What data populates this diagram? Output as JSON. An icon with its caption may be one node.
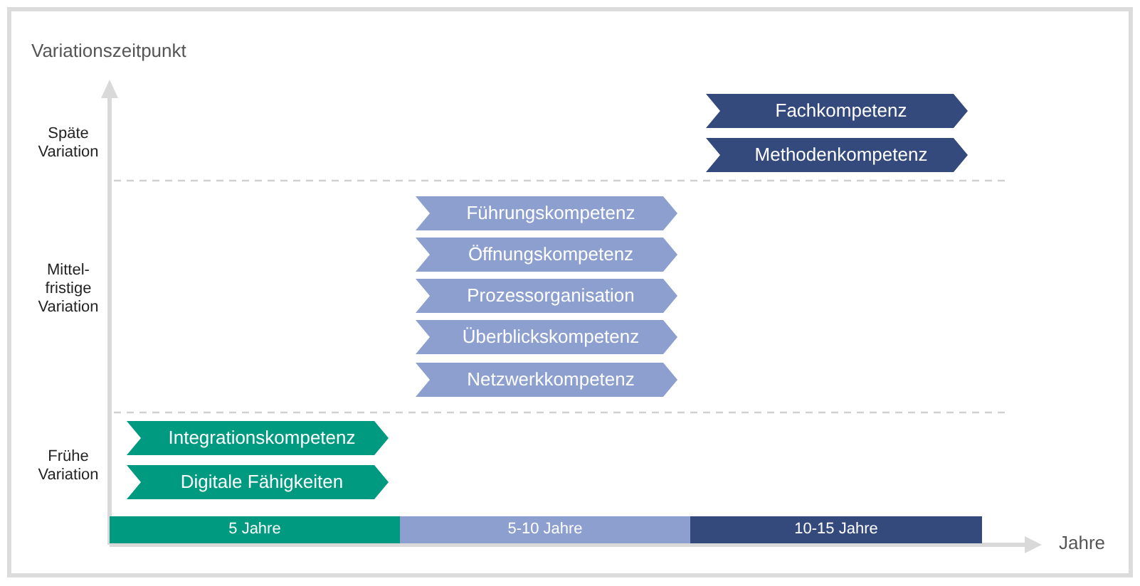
{
  "diagram": {
    "nodes": [
      {
        "text": [
          "Fachkompetenz"
        ]
      },
      {
        "text": [
          "Methodenkompetenz"
        ]
      },
      {
        "text": [
          "Führungskompetenz"
        ]
      },
      {
        "text": [
          "Öffnungskompetenz"
        ]
      },
      {
        "text": [
          "Prozessorganisation"
        ]
      },
      {
        "text": [
          "Überblickskompetenz"
        ]
      },
      {
        "text": [
          "Netzwerkkompetenz"
        ]
      },
      {
        "text": [
          "Integrationskompetenz"
        ]
      },
      {
        "text": [
          "Digitale Fähigkeiten"
        ]
      },
      {
        "text": [
          "5 Jahre"
        ]
      },
      {
        "text": [
          "5-10 Jahre"
        ]
      },
      {
        "text": [
          "10-15 Jahre"
        ]
      }
    ],
    "edges": [],
    "labels": [
      "Variationszeitpunkt",
      "Späte Variation",
      "Mittel-fristige Variation",
      "Frühe Variation",
      "Jahre"
    ]
  }
}
